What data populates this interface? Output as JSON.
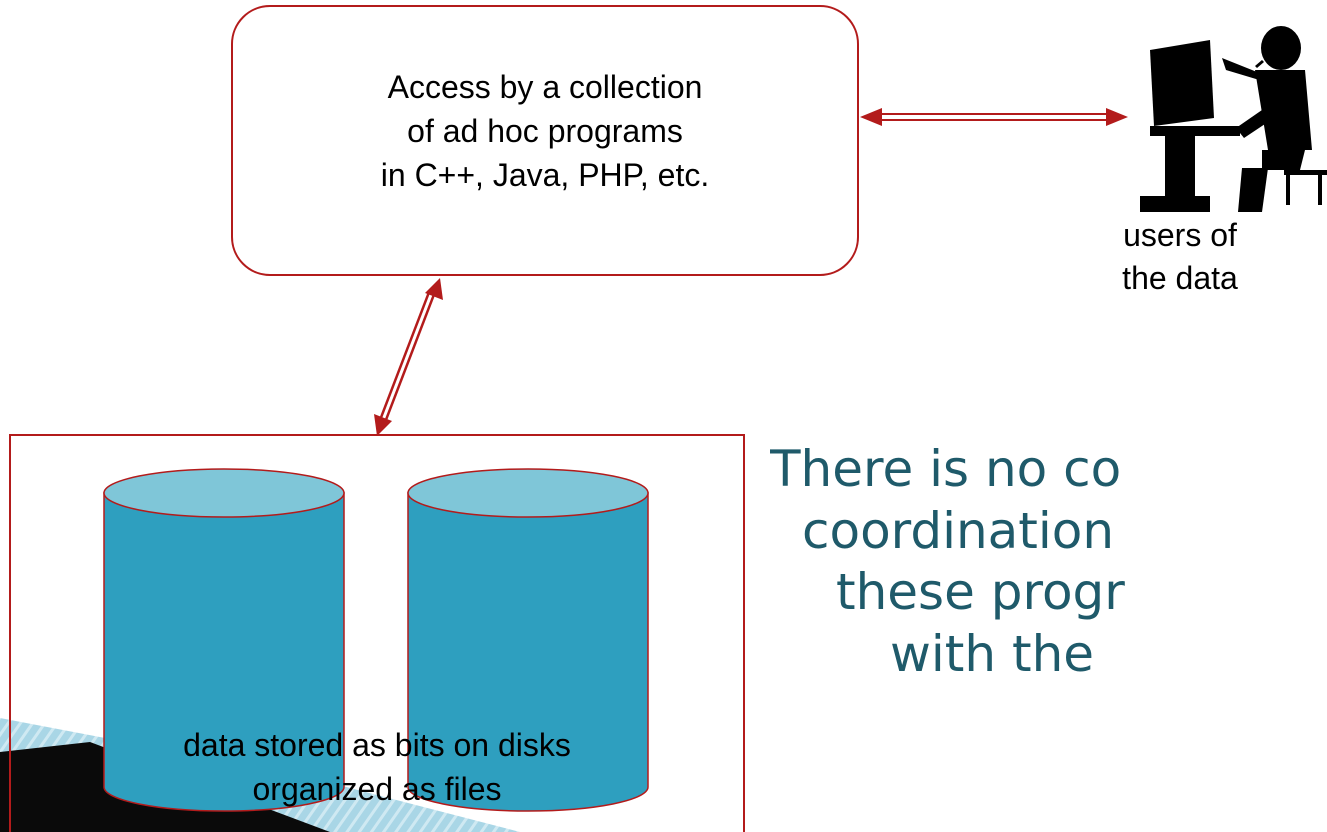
{
  "program_box": {
    "lines": [
      "Access by a collection",
      "of ad hoc programs",
      "in C++, Java, PHP, etc."
    ]
  },
  "user_icon": {
    "icon": "user-at-computer-icon",
    "lines": [
      "users of",
      "the data"
    ]
  },
  "storage_box": {
    "icon": "database-cylinder-icon",
    "lines": [
      "data stored as bits on disks",
      "organized as files"
    ]
  },
  "statement": {
    "lines": [
      "There is no co",
      "coordination",
      "these progr",
      "with the"
    ]
  },
  "colors": {
    "border_red": "#b31b1b",
    "cylinder_body": "#2e9fbf",
    "cylinder_top": "#7fc6d8",
    "headline_teal": "#1f5a6a",
    "decor_dark": "#0a0a0a",
    "decor_light": "#7cc0d8"
  }
}
